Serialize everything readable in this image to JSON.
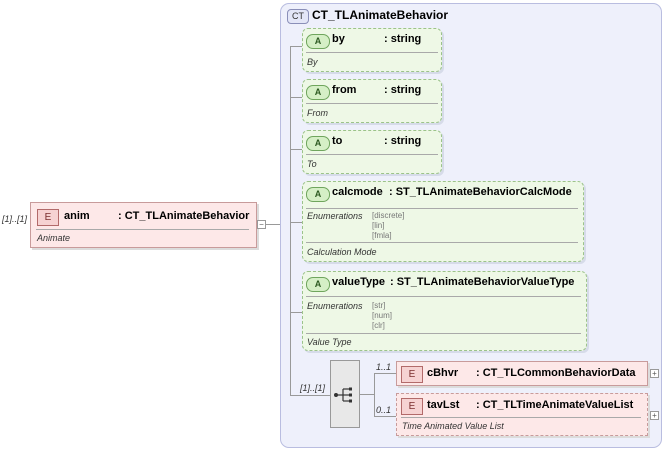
{
  "anim": {
    "multiplicity": "[1]..[1]",
    "badge": "E",
    "name": "anim",
    "type": ": CT_TLAnimateBehavior",
    "doc": "Animate",
    "collapse": "−"
  },
  "complex_type": {
    "badge": "CT",
    "title": "CT_TLAnimateBehavior"
  },
  "attributes": [
    {
      "badge": "A",
      "name": "by",
      "type": ": string",
      "doc": "By"
    },
    {
      "badge": "A",
      "name": "from",
      "type": ": string",
      "doc": "From"
    },
    {
      "badge": "A",
      "name": "to",
      "type": ": string",
      "doc": "To"
    },
    {
      "badge": "A",
      "name": "calcmode",
      "type": ": ST_TLAnimateBehaviorCalcMode",
      "enum_label": "Enumerations",
      "enums": [
        "[discrete]",
        "[lin]",
        "[fmla]"
      ],
      "doc": "Calculation Mode"
    },
    {
      "badge": "A",
      "name": "valueType",
      "type": ": ST_TLAnimateBehaviorValueType",
      "enum_label": "Enumerations",
      "enums": [
        "[str]",
        "[num]",
        "[clr]"
      ],
      "doc": "Value Type"
    }
  ],
  "sequence": {
    "multiplicity": "[1]..[1]",
    "icon": "sequence-icon"
  },
  "children": [
    {
      "multiplicity": "1..1",
      "badge": "E",
      "name": "cBhvr",
      "type": ": CT_TLCommonBehaviorData",
      "doc": "",
      "expand": "+"
    },
    {
      "multiplicity": "0..1",
      "badge": "E",
      "name": "tavLst",
      "type": ": CT_TLTimeAnimateValueList",
      "doc": "Time Animated Value List",
      "expand": "+"
    }
  ],
  "colors": {
    "element_fill": "#fde8e8",
    "attribute_fill": "#eef8e6",
    "complex_type_fill": "#eef0fb"
  }
}
